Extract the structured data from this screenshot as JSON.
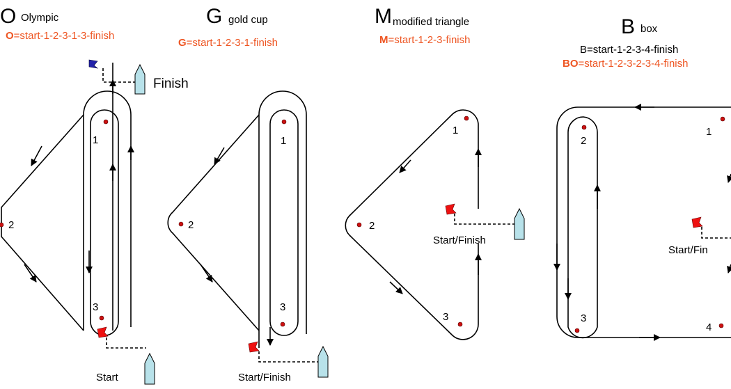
{
  "olympic": {
    "letter": "O",
    "name": "Olympic",
    "formula_code": "O",
    "formula_rest": "=start-1-2-3-1-3-finish",
    "marks": [
      "1",
      "2",
      "3"
    ],
    "start_label": "Start",
    "finish_label": "Finish"
  },
  "goldcup": {
    "letter": "G",
    "name": "gold cup",
    "formula_code": "G",
    "formula_rest": "=start-1-2-3-1-finish",
    "marks": [
      "1",
      "2",
      "3"
    ],
    "start_label": "Start/Finish"
  },
  "modified": {
    "letter": "M",
    "name": "modified triangle",
    "formula_code": "M",
    "formula_rest": "=start-1-2-3-finish",
    "marks": [
      "1",
      "2",
      "3"
    ],
    "start_label": "Start/Finish"
  },
  "box": {
    "letter": "B",
    "name": "box",
    "formula1_code": "B",
    "formula1_rest": "=start-1-2-3-4-finish",
    "formula2_code": "BO",
    "formula2_rest": "=start-1-2-3-2-3-4-finish",
    "marks": [
      "1",
      "2",
      "3",
      "4"
    ],
    "start_label": "Start/Fin"
  },
  "colors": {
    "formula": "#ee5522",
    "buoy": "#cc1111",
    "start_flag": "#ee1111",
    "finish_flag": "#2222aa",
    "committee_boat": "#b8e2ea"
  }
}
